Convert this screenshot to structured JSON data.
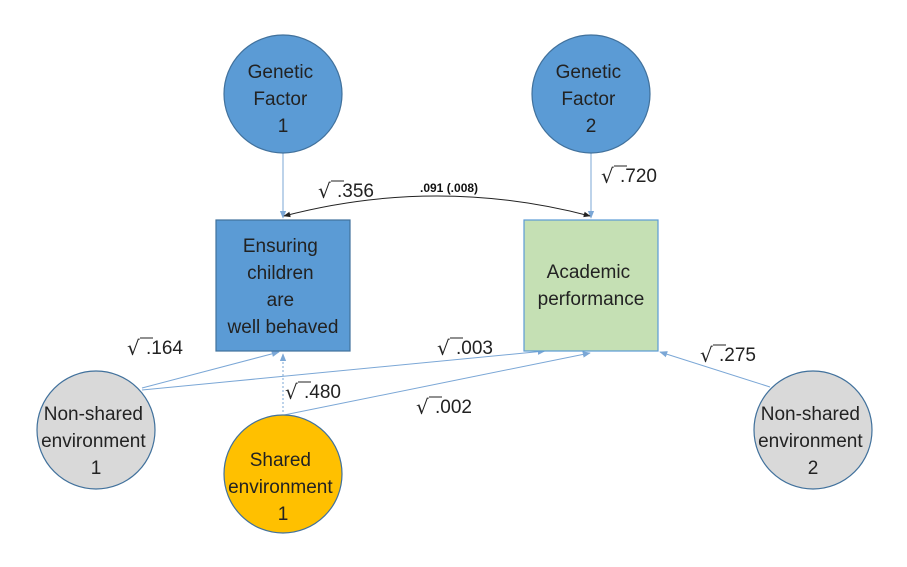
{
  "colors": {
    "genetic": "#5b9bd5",
    "genetic_stroke": "#41719c",
    "trait_box": "#5b9bd5",
    "academic_box": "#c5e0b4",
    "academic_stroke": "#5b9bd5",
    "shared": "#ffc000",
    "shared_stroke": "#41719c",
    "nonshared": "#d9d9d9",
    "nonshared_stroke": "#41719c",
    "arrow": "#7ba7d6",
    "curve": "#222222"
  },
  "nodes": {
    "genetic1": {
      "lines": [
        "Genetic",
        "Factor",
        "1"
      ]
    },
    "genetic2": {
      "lines": [
        "Genetic",
        "Factor",
        "2"
      ]
    },
    "behaved": {
      "lines": [
        "Ensuring",
        "children",
        "are",
        "well behaved"
      ]
    },
    "academic": {
      "lines": [
        "Academic",
        "performance"
      ]
    },
    "nonshared1": {
      "lines": [
        "Non-shared",
        "environment",
        "1"
      ]
    },
    "shared1": {
      "lines": [
        "Shared",
        "environment",
        "1"
      ]
    },
    "nonshared2": {
      "lines": [
        "Non-shared",
        "environment",
        "2"
      ]
    }
  },
  "paths": {
    "g1_behaved": ".356",
    "g2_academic": ".720",
    "correlation": ".091 (.008)",
    "ns1_behaved": ".164",
    "ns1_academic": ".003",
    "s1_behaved": ".480",
    "s1_academic": ".002",
    "ns2_academic": ".275"
  },
  "sqrt_symbol": "√"
}
